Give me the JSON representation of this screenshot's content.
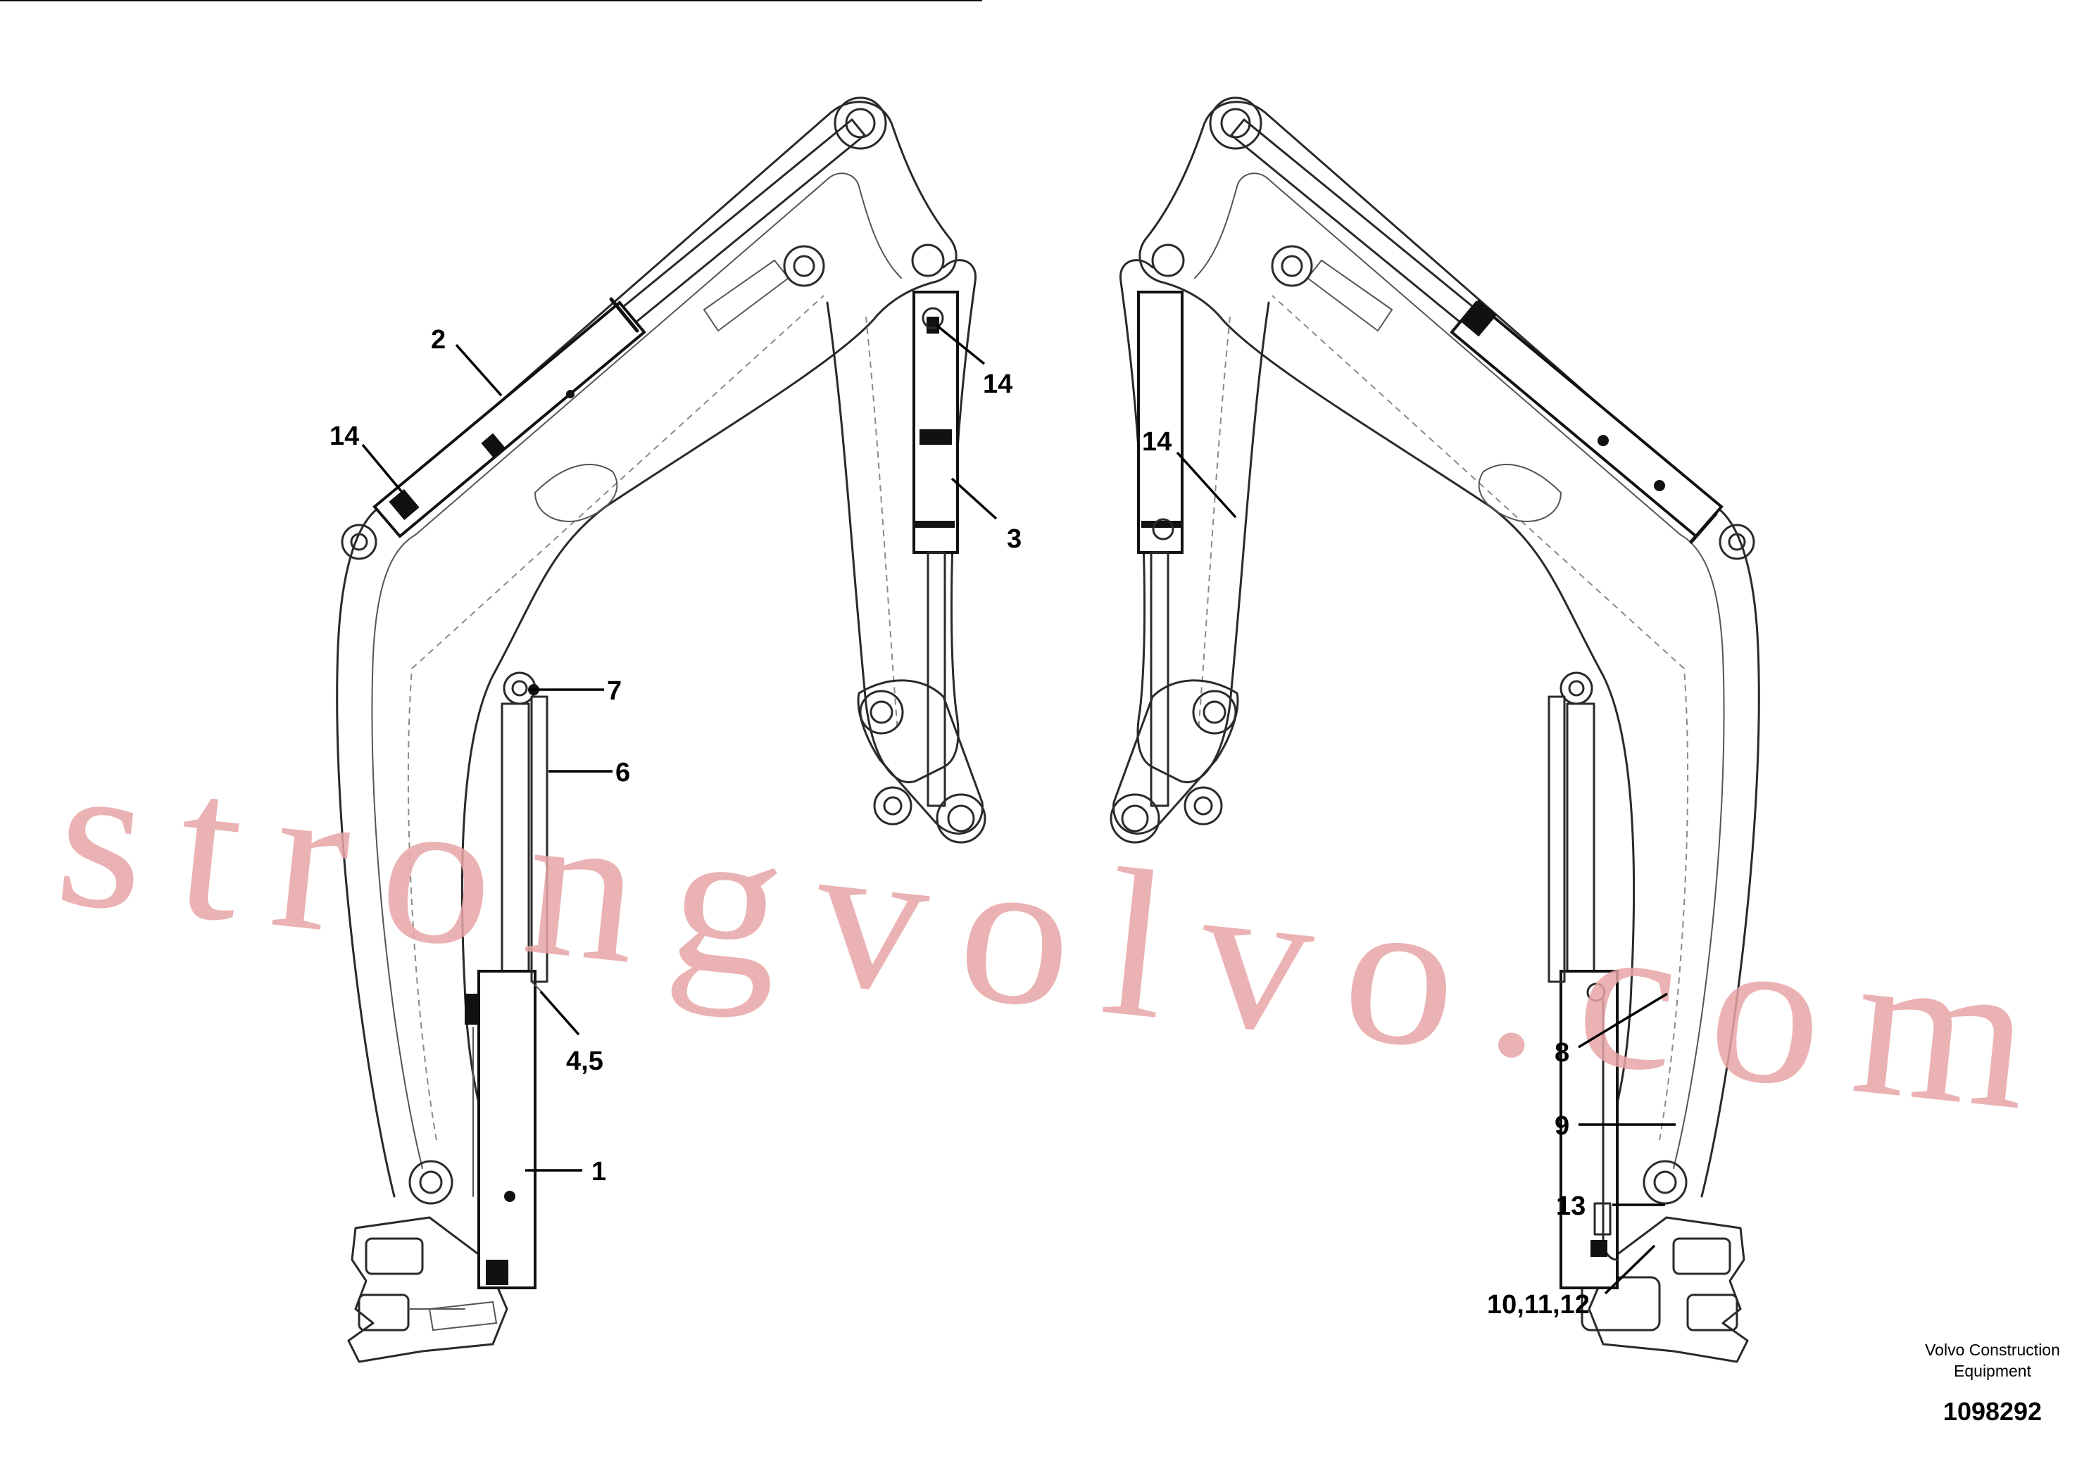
{
  "callouts": {
    "c1": "1",
    "c2": "2",
    "c3": "3",
    "c45": "4,5",
    "c6": "6",
    "c7": "7",
    "c8": "8",
    "c9": "9",
    "c13": "13",
    "c101112": "10,11,12",
    "c14a": "14",
    "c14b": "14",
    "c14c": "14"
  },
  "watermark": "strongvolvo.com",
  "footer": {
    "company_line1": "Volvo Construction",
    "company_line2": "Equipment",
    "drawing_number": "1098292"
  },
  "colors": {
    "watermark": "#e7a4a6",
    "line": "#111111"
  }
}
